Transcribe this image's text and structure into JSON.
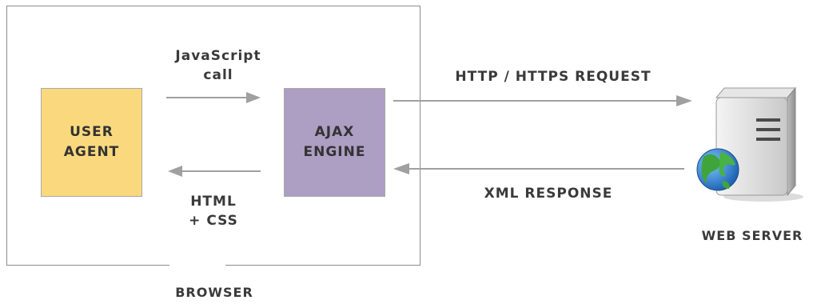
{
  "browser": {
    "label": "BROWSER"
  },
  "user_agent": {
    "line1": "USER",
    "line2": "AGENT",
    "color": "#fad97e"
  },
  "ajax_engine": {
    "line1": "AJAX",
    "line2": "ENGINE",
    "color": "#ad9ec3"
  },
  "js_call": {
    "line1": "JavaScript",
    "line2": "call"
  },
  "html_css": {
    "line1": "HTML",
    "line2": "+ CSS"
  },
  "http_request": {
    "label": "HTTP / HTTPS REQUEST"
  },
  "xml_response": {
    "label": "XML RESPONSE"
  },
  "web_server": {
    "label": "WEB SERVER",
    "icon": "server-globe-icon"
  },
  "colors": {
    "arrow": "#a0a0a0",
    "frame": "#8c8c8c",
    "text": "#3a3a3a"
  }
}
